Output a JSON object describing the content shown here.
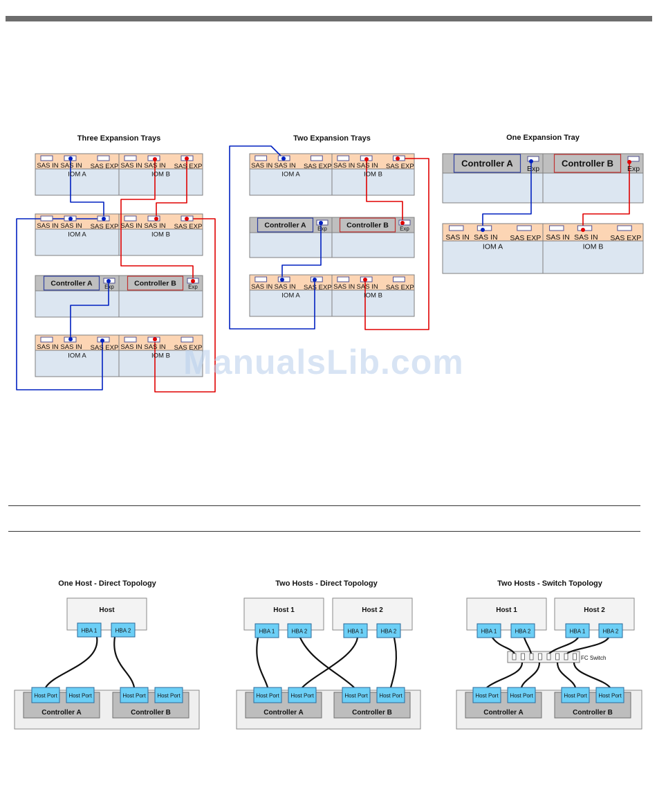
{
  "watermark": "ManualsLib.com",
  "colors": {
    "tray_header": "#fcd5b4",
    "tray_body": "#dce6f1",
    "controller_box": "#bfbfbf",
    "host_port": "#6ccff6",
    "blue_cable": "#0020c0",
    "red_cable": "#e00000",
    "outline": "#7f7f7f"
  },
  "labels": {
    "sas_in": "SAS IN",
    "sas_exp": "SAS EXP",
    "iom_a": "IOM A",
    "iom_b": "IOM B",
    "controller_a": "Controller A",
    "controller_b": "Controller B",
    "exp": "Exp",
    "host": "Host",
    "host_1": "Host 1",
    "host_2": "Host 2",
    "hba_1": "HBA 1",
    "hba_2": "HBA 2",
    "host_port": "Host Port",
    "fc_switch": "FC Switch"
  },
  "diagrams": {
    "three_trays": {
      "title": "Three Expansion Trays",
      "icon": "sas-cabling-diagram"
    },
    "two_trays": {
      "title": "Two Expansion Trays",
      "icon": "sas-cabling-diagram"
    },
    "one_tray": {
      "title": "One Expansion Tray",
      "icon": "sas-cabling-diagram"
    },
    "one_host_direct": {
      "title": "One Host - Direct Topology",
      "icon": "host-topology-diagram"
    },
    "two_hosts_direct": {
      "title": "Two Hosts - Direct Topology",
      "icon": "host-topology-diagram"
    },
    "two_hosts_switch": {
      "title": "Two Hosts - Switch Topology",
      "icon": "host-topology-diagram"
    }
  }
}
